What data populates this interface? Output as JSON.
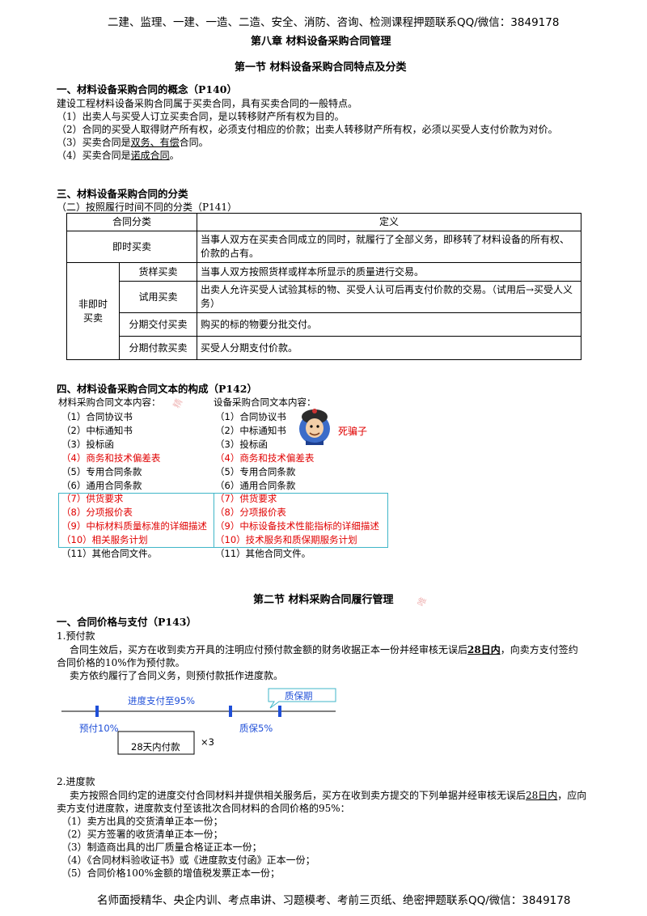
{
  "header": {
    "text": "二建、监理、一建、一造、二造、安全、消防、咨询、检测课程押题联系QQ/微信：3849178"
  },
  "chapter_title": "第八章 材料设备采购合同管理",
  "section1": {
    "title": "第一节 材料设备采购合同特点及分类",
    "concept": {
      "heading": "一、材料设备采购合同的概念（P140）",
      "lines": [
        "建设工程材料设备采购合同属于买卖合同，具有买卖合同的一般特点。",
        "（1）出卖人与买受人订立买卖合同，是以转移财产所有权为目的。",
        "（2）合同的买受人取得财产所有权，必须支付相应的价款；出卖人转移财产所有权，必须以买受人支付价款为对价。"
      ],
      "line3_prefix": "（3）买卖合同是",
      "line3_ul": "双务、有偿",
      "line3_suffix": "合同。",
      "line4_prefix": "（4）买卖合同是",
      "line4_ul": "诺成合同",
      "line4_suffix": "。"
    },
    "classification": {
      "heading": "三、材料设备采购合同的分类",
      "subheading": "（二）按照履行时间不同的分类（P141）",
      "col_type": "合同分类",
      "col_def": "定义",
      "immediate_label": "即时买卖",
      "immediate_def": "当事人双方在买卖合同成立的同时，就履行了全部义务，即移转了材料设备的所有权、价款的占有。",
      "nonimmediate_label": "非即时买卖",
      "rows": [
        {
          "name": "货样买卖",
          "def": "当事人双方按照货样或样本所显示的质量进行交易。"
        },
        {
          "name": "试用买卖",
          "def": "出卖人允许买受人试验其标的物、买受人认可后再支付价款的交易。（试用后→买受人义务）"
        },
        {
          "name": "分期交付买卖",
          "def": "购买的标的物要分批交付。"
        },
        {
          "name": "分期付款买卖",
          "def": "买受人分期支付价款。"
        }
      ]
    },
    "documents": {
      "heading": "四、材料设备采购合同文本的构成（P142）",
      "material_title": "材料采购合同文本内容：",
      "equipment_title": "设备采购合同文本内容：",
      "material_items": [
        {
          "text": "（1）合同协议书",
          "red": false
        },
        {
          "text": "（2）中标通知书",
          "red": false
        },
        {
          "text": "（3）投标函",
          "red": false
        },
        {
          "text": "（4）商务和技术偏差表",
          "red": true
        },
        {
          "text": "（5）专用合同条款",
          "red": false
        },
        {
          "text": "（6）通用合同条款",
          "red": false
        },
        {
          "text": "（7）供货要求",
          "red": true
        },
        {
          "text": "（8）分项报价表",
          "red": true
        },
        {
          "text": "（9）中标材料质量标准的详细描述",
          "red": true
        },
        {
          "text": "（10）相关服务计划",
          "red": true
        },
        {
          "text": "（11）其他合同文件。",
          "red": false
        }
      ],
      "equipment_items": [
        {
          "text": "（1）合同协议书",
          "red": false
        },
        {
          "text": "（2）中标通知书",
          "red": false
        },
        {
          "text": "（3）投标函",
          "red": false
        },
        {
          "text": "（4）商务和技术偏差表",
          "red": true
        },
        {
          "text": "（5）专用合同条款",
          "red": false
        },
        {
          "text": "（6）通用合同条款",
          "red": false
        },
        {
          "text": "（7）供货要求",
          "red": true
        },
        {
          "text": "（8）分项报价表",
          "red": true
        },
        {
          "text": "（9）中标设备技术性能指标的详细描述",
          "red": true
        },
        {
          "text": "（10）技术服务和质保期服务计划",
          "red": true
        },
        {
          "text": "（11）其他合同文件。",
          "red": false
        }
      ],
      "sticker_label": "死骗子"
    }
  },
  "section2": {
    "title": "第二节 材料采购合同履行管理",
    "price": {
      "heading": "一、合同价格与支付（P143）",
      "advance_title": "1.预付款",
      "advance_p1_a": "合同生效后，买方在收到卖方开具的注明应付预付款金额的财务收据正本一份并经审核无误后",
      "advance_p1_ul": "28日内",
      "advance_p1_b": "，向卖方支付签约",
      "advance_p1_c": "合同价格的10%作为预付款。",
      "advance_p2": "卖方依约履行了合同义务，则预付款抵作进度款。",
      "diagram": {
        "progress_label": "进度支付至95%",
        "warranty_period": "质保期",
        "advance_label": "预付10%",
        "retention_label": "质保5%",
        "box_label": "28天内付款",
        "times_label": "×3"
      },
      "progress_title": "2.进度款",
      "progress_p1_a": "卖方按照合同约定的进度交付合同材料并提供相关服务后，买方在收到卖方提交的下列单据并经审核无误后",
      "progress_p1_ul": "28日内",
      "progress_p1_b": "，应向",
      "progress_p1_c": "卖方支付进度款，进度款支付至该批次合同材料的合同价格的95%：",
      "progress_items": [
        "（1）卖方出具的交货清单正本一份；",
        "（2）买方签署的收货清单正本一份；",
        "（3）制造商出具的出厂质量合格证正本一份；",
        "（4）《合同材料验收证书》或《进度款支付函》正本一份；",
        "（5）合同价格100%金额的增值税发票正本一份；"
      ]
    }
  },
  "footer": {
    "text": "名师面授精华、央企内训、考点串讲、习题模考、考前三页纸、绝密押题联系QQ/微信：3849178"
  },
  "colors": {
    "accent_red": "#e00000",
    "teal_box": "#3fb6c8",
    "diagram_blue": "#1f4fd8"
  }
}
